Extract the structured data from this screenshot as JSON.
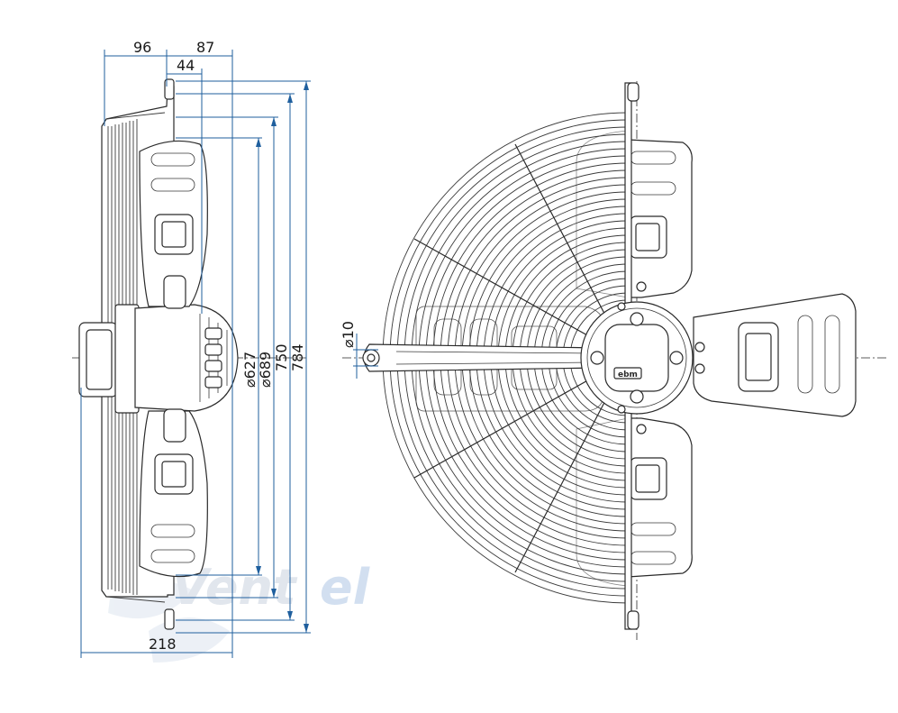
{
  "drawing": {
    "dimensions": {
      "d96": "96",
      "d87": "87",
      "d44": "44",
      "d218": "218",
      "d627": "⌀627",
      "d689": "⌀689",
      "d750": "750",
      "d784": "784",
      "d10": "⌀10"
    },
    "watermark": {
      "part1": "Vent",
      "part2": "el"
    },
    "motor_label": "ebm"
  }
}
